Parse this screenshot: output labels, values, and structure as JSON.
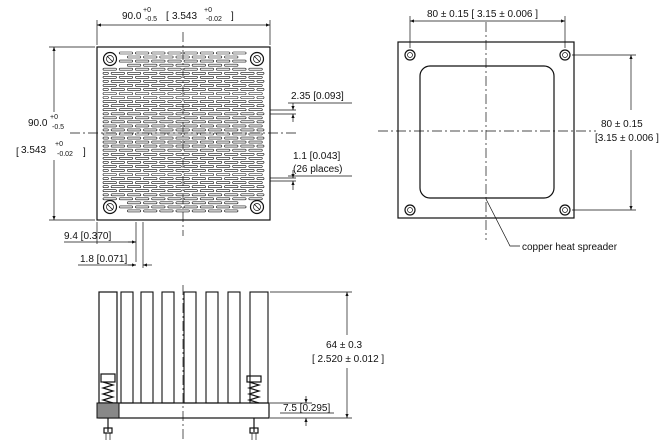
{
  "top_view": {
    "width_label": "90.0",
    "width_tol_plus": "+0",
    "width_tol_minus": "-0.5",
    "width_inch": "3.543",
    "width_inch_tol_plus": "+0",
    "width_inch_tol_minus": "-0.02",
    "height_label": "90.0",
    "height_tol_plus": "+0",
    "height_tol_minus": "-0.5",
    "height_inch": "3.543",
    "height_inch_tol_plus": "+0",
    "height_inch_tol_minus": "-0.02",
    "slot_pitch_label": "2.35 [0.093]",
    "slot_width_label": "1.1 [0.043]",
    "slot_count_label": "(26 places)",
    "pin_offset_label": "9.4 [0.370]",
    "pin_dia_label": "1.8 [0.071]"
  },
  "bottom_view": {
    "width_label": "80 ± 0.15 [ 3.15 ± 0.006 ]",
    "height_label": "80 ± 0.15",
    "height_inch_label": "[3.15 ± 0.006 ]",
    "spreader_label": "copper heat spreader"
  },
  "side_view": {
    "height_label": "64 ± 0.3",
    "height_inch_label": "[ 2.520 ± 0.012 ]",
    "base_label": "7.5 [0.295]"
  }
}
